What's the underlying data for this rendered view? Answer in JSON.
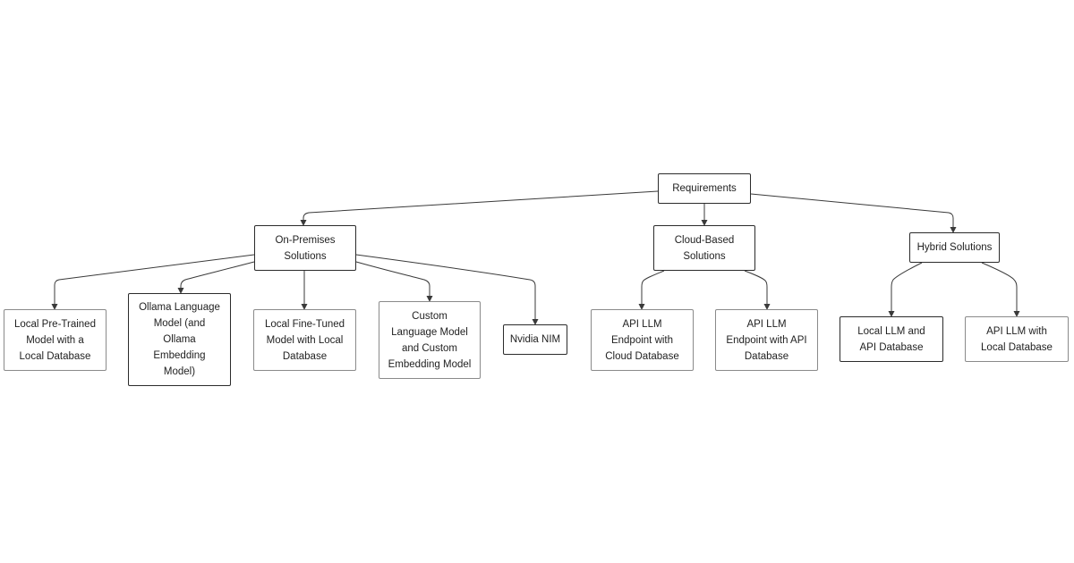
{
  "nodes": {
    "requirements": "Requirements",
    "on_premises": "On-Premises\nSolutions",
    "cloud_based": "Cloud-Based\nSolutions",
    "hybrid": "Hybrid Solutions",
    "local_pretrained": "Local Pre-Trained\nModel with a\nLocal Database",
    "ollama": "Ollama Language\nModel (and\nOllama\nEmbedding\nModel)",
    "local_finetuned": "Local Fine-Tuned\nModel with Local\nDatabase",
    "custom": "Custom\nLanguage Model\nand Custom\nEmbedding Model",
    "nvidia_nim": "Nvidia NIM",
    "api_llm_cloud": "API LLM\nEndpoint with\nCloud Database",
    "api_llm_api": "API LLM\nEndpoint with API\nDatabase",
    "local_llm_api": "Local LLM and\nAPI Database",
    "api_llm_local": "API LLM with\nLocal Database"
  },
  "colors": {
    "edge": "#3a3a3a",
    "border": "#3a3a3a",
    "background": "#ffffff",
    "text": "#222222"
  }
}
